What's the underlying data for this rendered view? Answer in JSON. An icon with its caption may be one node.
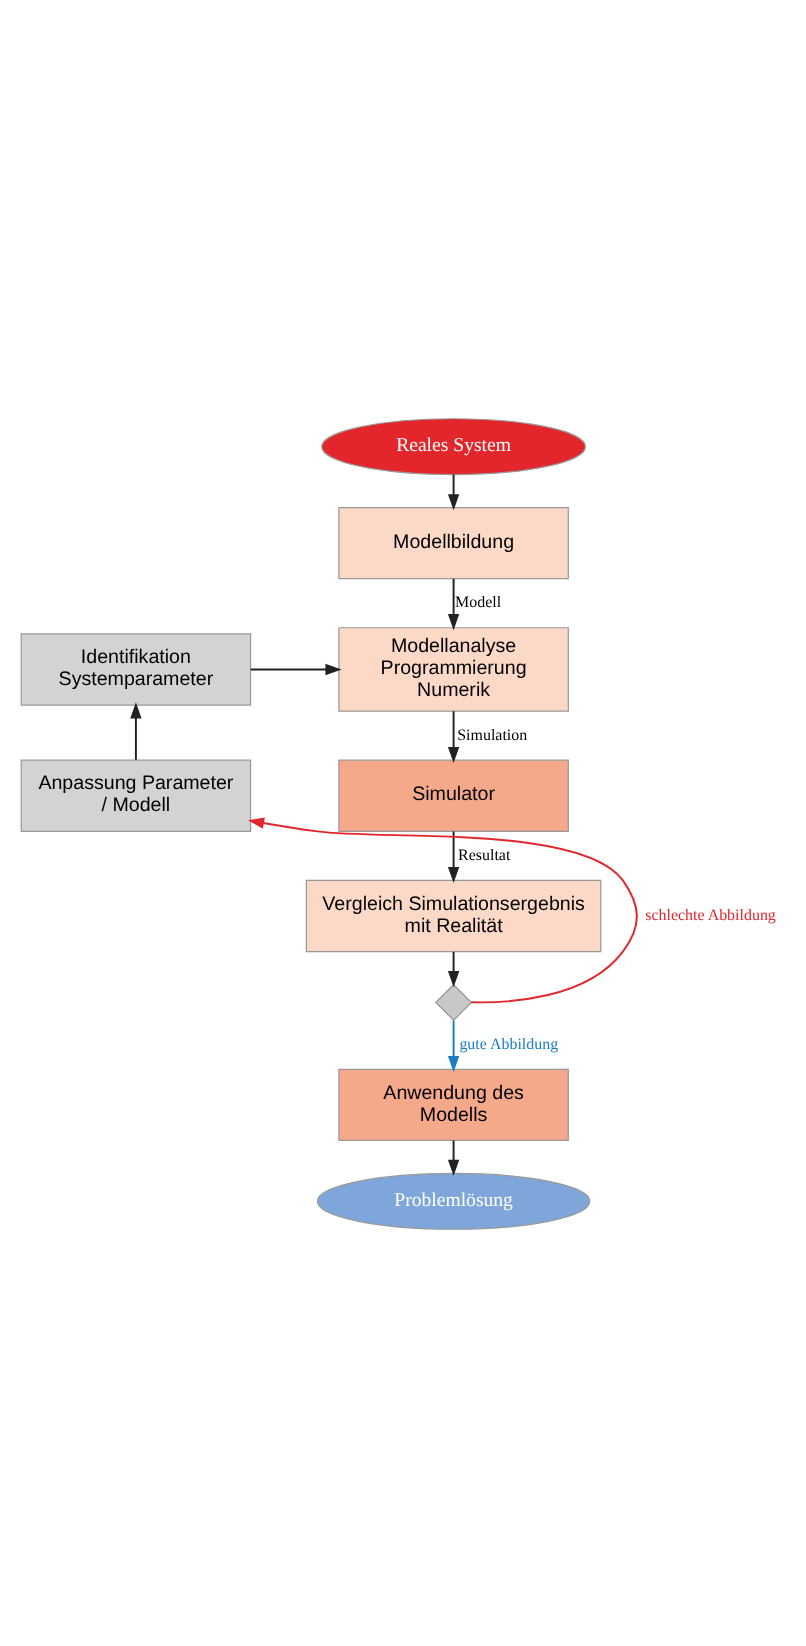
{
  "diagram": {
    "nodes": [
      {
        "text": [
          "Reales System"
        ]
      },
      {
        "text": [
          "Modellbildung"
        ]
      },
      {
        "text": [
          "Modellanalyse Programmierung Numerik"
        ]
      },
      {
        "text": [
          "Simulator"
        ]
      },
      {
        "text": [
          "Vergleich Simulationsergebnis mit Realität"
        ]
      },
      {
        "text": [],
        "shape": "diamond"
      },
      {
        "text": [
          "Anwendung des Modells"
        ]
      },
      {
        "text": [
          "Problemlösung"
        ]
      },
      {
        "text": [
          "Identifikation Systemparameter"
        ]
      },
      {
        "text": [
          "Anpassung Parameter / Modell"
        ]
      }
    ],
    "edges": [
      {
        "from": 0,
        "to": 1,
        "arrow": "to"
      },
      {
        "from": 1,
        "to": 2,
        "arrow": "to",
        "label": "Modell"
      },
      {
        "from": 2,
        "to": 3,
        "arrow": "to",
        "label": "Simulation"
      },
      {
        "from": 3,
        "to": 4,
        "arrow": "to",
        "label": "Resultat"
      },
      {
        "from": 4,
        "to": 5,
        "arrow": "to"
      },
      {
        "from": 5,
        "to": 6,
        "arrow": "to",
        "label": "gute Abbildung",
        "color": "#1a7cc1"
      },
      {
        "from": 6,
        "to": 7,
        "arrow": "to"
      },
      {
        "from": 5,
        "to": 9,
        "arrow": "to",
        "label": "schlechte Abbildung",
        "color": "#e3262b"
      },
      {
        "from": 9,
        "to": 8,
        "arrow": "to"
      },
      {
        "from": 8,
        "to": 2,
        "arrow": "to"
      }
    ]
  }
}
